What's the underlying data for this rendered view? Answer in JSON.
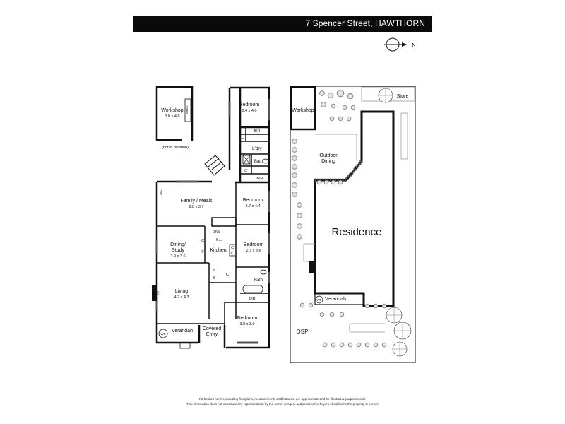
{
  "header": {
    "address": "7 Spencer Street, HAWTHORN"
  },
  "compass": {
    "north_label": "N"
  },
  "floorplan": {
    "workshop": {
      "name": "Workshop",
      "dims": "3.0 x 4.8",
      "bench_label": "Bench",
      "note": "(not in position)"
    },
    "bedroom_top": {
      "name": "Bedroom",
      "dims": "3.4 x 4.0"
    },
    "bir_top": "BIR",
    "cupboard_c1": "C",
    "laundry": "L'dry",
    "bath_top": "Bath",
    "cupboard_c2": "C",
    "bir_mid": "BIR",
    "ac_label": "A/C",
    "family_meals": {
      "name": "Family / Meals",
      "dims": "6.8 x 3.7"
    },
    "bedroom_2": {
      "name": "Bedroom",
      "dims": "2.7 x 4.4"
    },
    "dw_label": "DW",
    "sl_label": "S.L",
    "cupboard_c3": "C",
    "fridge_f": "F",
    "dining_study": {
      "name_line1": "Dining/",
      "name_line2": "Study",
      "dims": "3.9 x 3.6"
    },
    "kitchen": "Kitchen",
    "bedroom_3": {
      "name": "Bedroom",
      "dims": "2.7 x 3.6"
    },
    "pantry_p": "P",
    "store_s": "S",
    "cupboard_c4": "C",
    "bath_lower": "Bath",
    "fp_label": "FP",
    "living": {
      "name": "Living",
      "dims": "4.2 x 4.3"
    },
    "bir_lower": "BIR",
    "bedroom_4": {
      "name": "Bedroom",
      "dims": "3.8 x 3.9"
    },
    "wf_label": "WF",
    "verandah": "Verandah",
    "covered_entry": {
      "line1": "Covered",
      "line2": "Entry"
    }
  },
  "siteplan": {
    "workshop": "Workshop",
    "store": "Store",
    "outdoor_dining": {
      "line1": "Outdoor",
      "line2": "Dining"
    },
    "residence": "Residence",
    "wf_label": "WF",
    "verandah": "Verandah",
    "osp": "OSP"
  },
  "disclaimer": {
    "line1": "Particulars herein, including floorplans, measurements and features, are approximate and for illustrative purposes only.",
    "line2": "This information does not constitute any representation by the owner or agent and prospective buyers should view the property in person"
  }
}
